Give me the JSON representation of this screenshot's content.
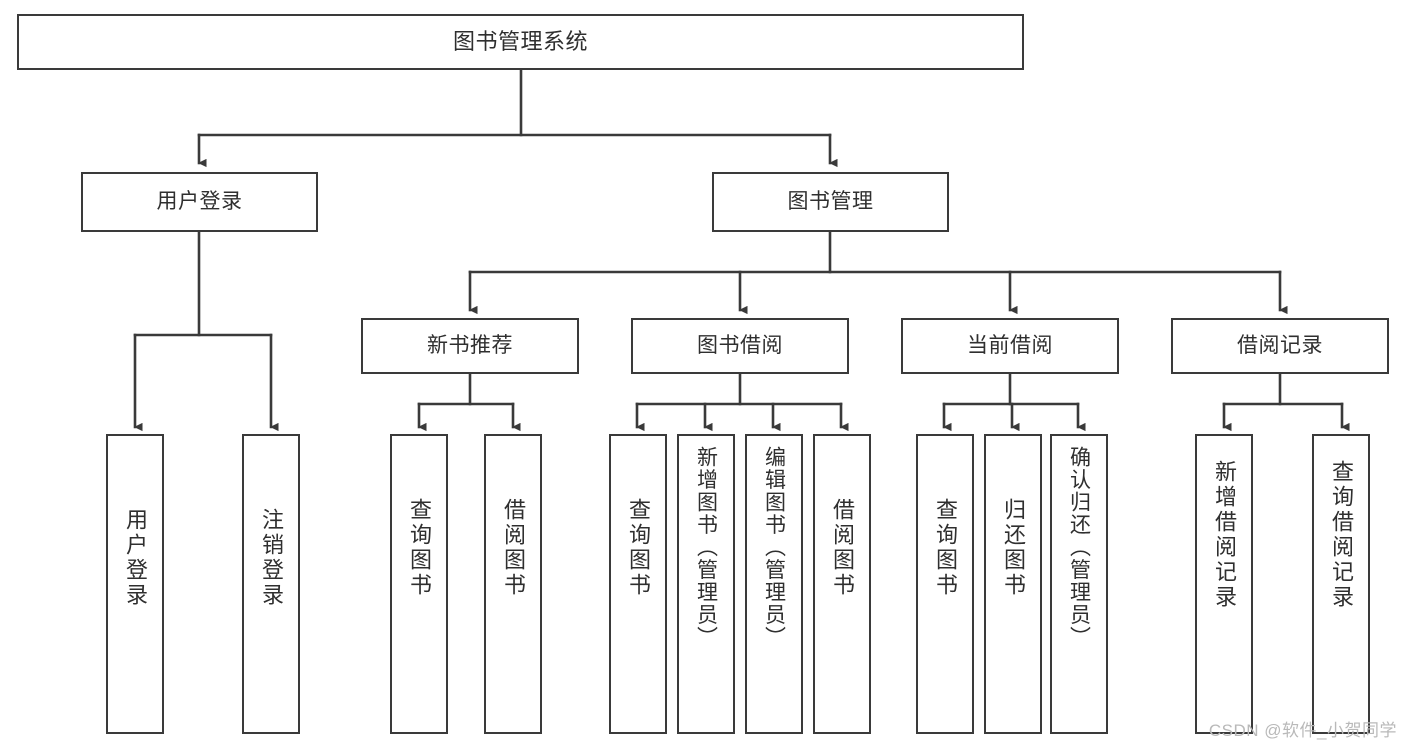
{
  "diagram": {
    "title": "图书管理系统",
    "type": "tree",
    "watermark": "CSDN @软件_小贺同学",
    "colors": {
      "background": "#ffffff",
      "node_border": "#3a3a3a",
      "node_fill": "#ffffff",
      "text": "#2f2f2f",
      "edge": "#3a3a3a",
      "watermark": "#b9b9b9"
    },
    "nodes": {
      "root": {
        "label": "图书管理系统"
      },
      "level1": [
        {
          "id": "user-login",
          "label": "用户登录"
        },
        {
          "id": "book-manage",
          "label": "图书管理"
        }
      ],
      "level2": [
        {
          "id": "new-book-rec",
          "label": "新书推荐"
        },
        {
          "id": "book-borrow",
          "label": "图书借阅"
        },
        {
          "id": "current-borrow",
          "label": "当前借阅"
        },
        {
          "id": "borrow-record",
          "label": "借阅记录"
        }
      ],
      "leaves": {
        "user_login": [
          {
            "id": "leaf-user-login",
            "label": "用户登录"
          },
          {
            "id": "leaf-logout",
            "label": "注销登录"
          }
        ],
        "new_book_rec": [
          {
            "id": "leaf-query-book-1",
            "label": "查询图书"
          },
          {
            "id": "leaf-borrow-book-1",
            "label": "借阅图书"
          }
        ],
        "book_borrow": [
          {
            "id": "leaf-query-book-2",
            "label": "查询图书"
          },
          {
            "id": "leaf-add-book",
            "label": "新增图书（管理员）"
          },
          {
            "id": "leaf-edit-book",
            "label": "编辑图书（管理员）"
          },
          {
            "id": "leaf-borrow-book-2",
            "label": "借阅图书"
          }
        ],
        "current_borrow": [
          {
            "id": "leaf-query-book-3",
            "label": "查询图书"
          },
          {
            "id": "leaf-return-book",
            "label": "归还图书"
          },
          {
            "id": "leaf-confirm-return",
            "label": "确认归还（管理员）"
          }
        ],
        "borrow_record": [
          {
            "id": "leaf-add-record",
            "label": "新增借阅记录"
          },
          {
            "id": "leaf-query-record",
            "label": "查询借阅记录"
          }
        ]
      }
    }
  }
}
